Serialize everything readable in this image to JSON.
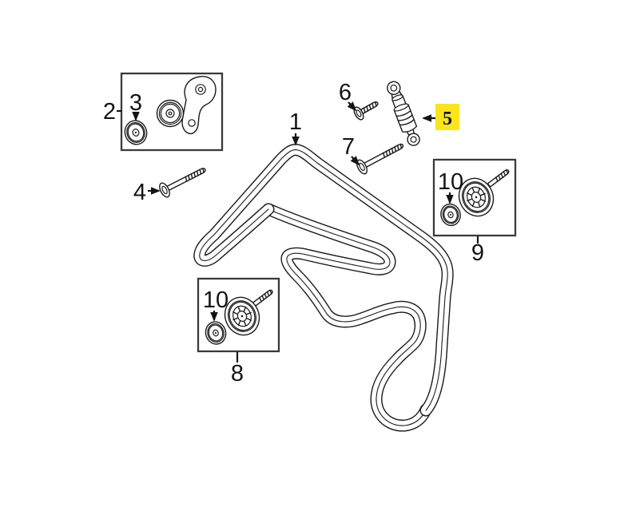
{
  "diagram": {
    "callouts": {
      "c1": "1",
      "c2": "2",
      "c3": "3",
      "c4": "4",
      "c5": "5",
      "c6": "6",
      "c7": "7",
      "c8": "8",
      "c9": "9",
      "c10a": "10",
      "c10b": "10"
    },
    "highlight": {
      "fill": "#FBE41C",
      "label": "5"
    }
  }
}
